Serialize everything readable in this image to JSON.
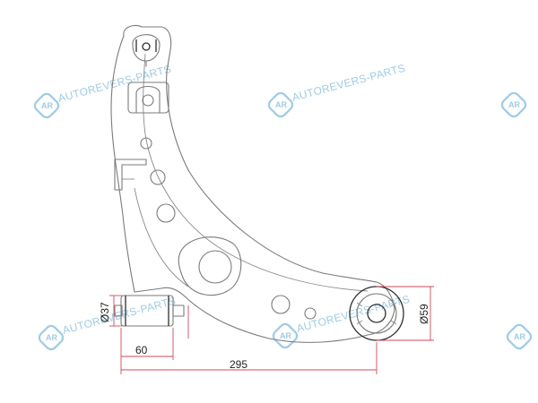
{
  "watermark": {
    "brand": "AUTOREVERS-PARTS",
    "logo_text": "AR",
    "color": "#9ecbe6"
  },
  "dimensions": {
    "bushing_diameter": "Ø37",
    "bushing_length": "60",
    "overall_length": "295",
    "rear_bushing_diameter": "Ø59"
  },
  "colors": {
    "part_outline": "#7a7a7a",
    "dimension_line": "#d04a5a",
    "text": "#222222"
  }
}
